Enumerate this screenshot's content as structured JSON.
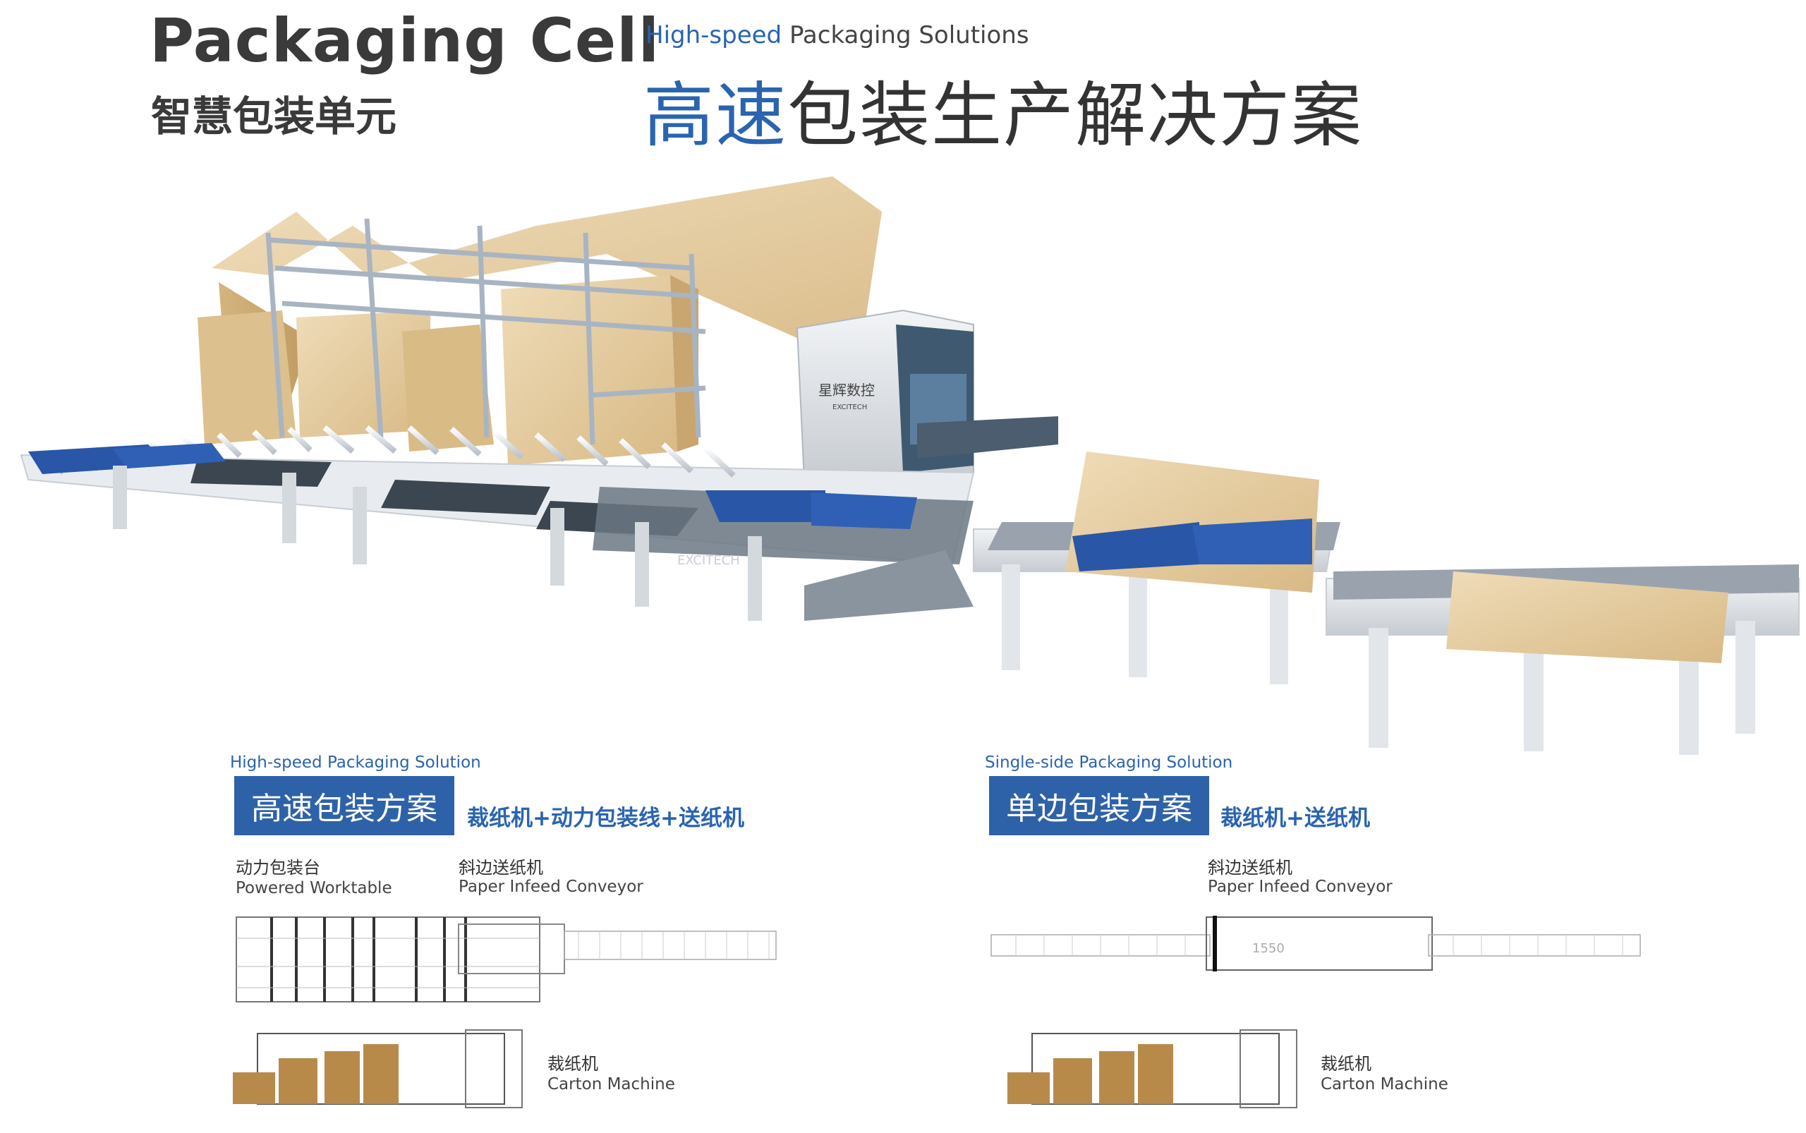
{
  "header": {
    "title_en": "Packaging Cell",
    "title_cn": "智慧包装单元",
    "subtitle_en_hl": "High-speed",
    "subtitle_en_rest": " Packaging Solutions",
    "subtitle_cn_hl": "高速",
    "subtitle_cn_rest": "包装生产解决方案"
  },
  "machine": {
    "brand_cn": "星辉数控",
    "brand_en": "EXCITECH"
  },
  "left_solution": {
    "label_en": "High-speed Packaging Solution",
    "label_cn": "高速包装方案",
    "components": "裁纸机+动力包装线+送纸机",
    "worktable_cn": "动力包装台",
    "worktable_en": "Powered Worktable",
    "infeed_cn": "斜边送纸机",
    "infeed_en": "Paper Infeed Conveyor",
    "carton_cn": "裁纸机",
    "carton_en": "Carton Machine"
  },
  "right_solution": {
    "label_en": "Single-side Packaging Solution",
    "label_cn": "单边包装方案",
    "components": "裁纸机+送纸机",
    "infeed_cn": "斜边送纸机",
    "infeed_en": "Paper Infeed Conveyor",
    "carton_cn": "裁纸机",
    "carton_en": "Carton Machine",
    "dim_label": "1550"
  },
  "colors": {
    "accent_blue": "#2a64b0",
    "box_blue": "#2e62a8",
    "cardboard": "#b88a4a",
    "wood": "#e3c99a"
  }
}
